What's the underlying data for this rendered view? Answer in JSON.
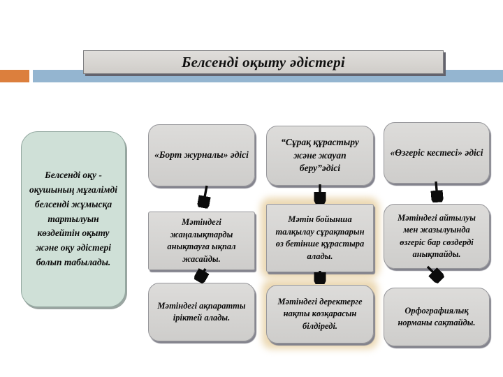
{
  "slide": {
    "title": "Белсенді оқыту әдістері",
    "intro": "Белсенді оқу - оқушының мұғалімді белсенді жұмысқа тартылуын көздейтін оқыту және оқу әдістері болып табылады.",
    "columns": [
      {
        "header": "«Борт журналы» әдісі",
        "middle": "Мәтіндегі жаңалықтарды анықтауға ықпал жасайды.",
        "bottom": "Мәтіндегі ақпаратты іріктей алады."
      },
      {
        "header": "“Сұрақ құрастыру және жауап беру”әдісі",
        "middle": "Мәтін бойынша талқылау сұрақтарын өз бетінше құрастыра алады.",
        "bottom": "Мәтіндегі деректерге нақты көзқарасын білдіреді."
      },
      {
        "header": "«Өзгеріс кестесі»  әдісі",
        "middle": "Мәтіндегі айтылуы мен жазылуында өзгеріс бар сөздерді анықтайды.",
        "bottom": "Орфографиялық норманы сақтайды."
      }
    ],
    "colors": {
      "accent_blue": "#94b5d0",
      "accent_orange": "#dc7f3d",
      "box_fill": "#d6d4d2",
      "intro_fill": "#cfe0d7",
      "highlight_glow": "#ecd9b4"
    }
  }
}
